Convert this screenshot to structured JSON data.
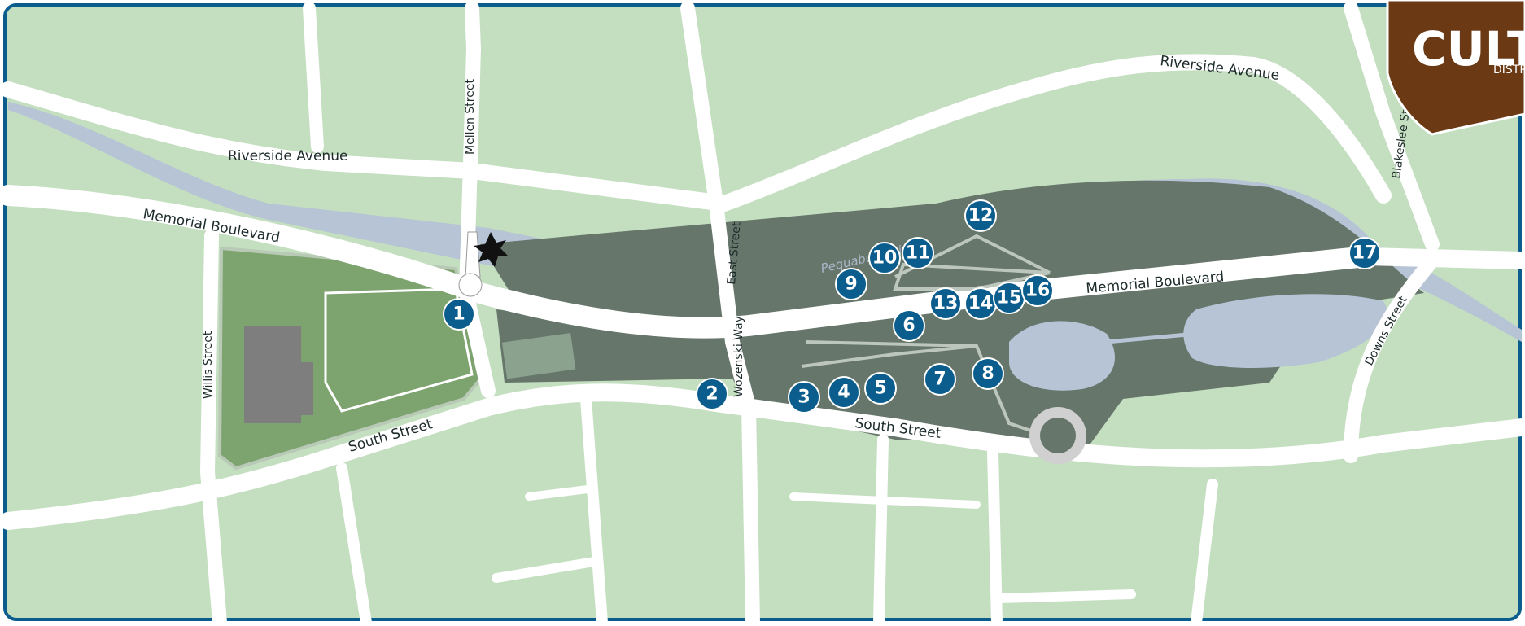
{
  "map": {
    "streets": {
      "riverside_avenue_west": "Riverside Avenue",
      "riverside_avenue_east": "Riverside Avenue",
      "memorial_boulevard_west": "Memorial Boulevard",
      "memorial_boulevard_east": "Memorial Boulevard",
      "mellen_street": "Mellen Street",
      "east_street": "East Street",
      "wozenski_way": "Wozenski Way",
      "willis_street": "Willis Street",
      "south_street_west": "South Street",
      "south_street_east": "South Street",
      "blakeslee_street": "Blakeslee Street",
      "downs_street": "Downs Street"
    },
    "river_label": "Pequabuck River",
    "markers": [
      "1",
      "2",
      "3",
      "4",
      "5",
      "6",
      "7",
      "8",
      "9",
      "10",
      "11",
      "12",
      "13",
      "14",
      "15",
      "16",
      "17"
    ],
    "badge": {
      "title_fragment": "CULTU",
      "subtitle_fragment": "DISTR"
    },
    "colors": {
      "land": "#c4dec0",
      "park": "#66766a",
      "road": "#ffffff",
      "water": "#b6c4d6",
      "marker": "#0a5d8d",
      "badge": "#6b3a14",
      "border": "#0a5d8d"
    }
  }
}
